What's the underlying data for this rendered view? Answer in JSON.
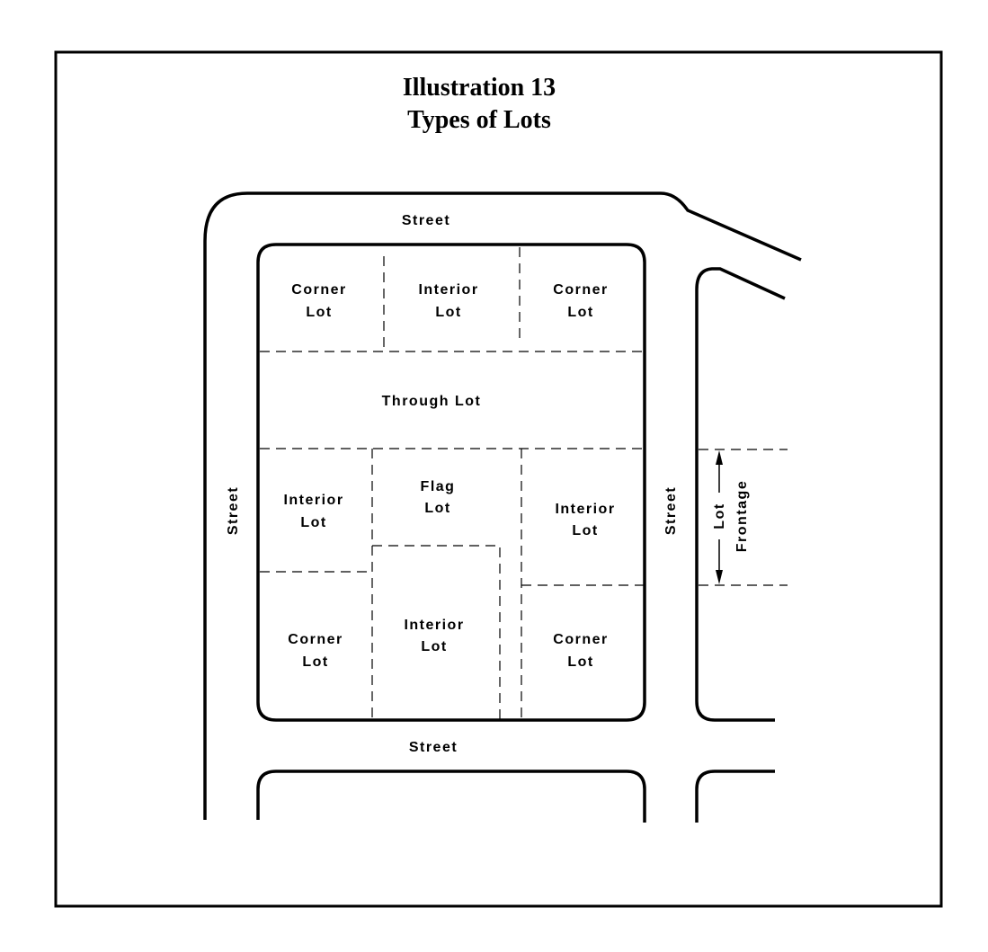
{
  "title": {
    "line1": "Illustration 13",
    "line2": "Types of Lots"
  },
  "streets": {
    "top": "Street",
    "bottom": "Street",
    "left": "Street",
    "right": "Street"
  },
  "lots": {
    "top_left": [
      "Corner",
      "Lot"
    ],
    "top_middle": [
      "Interior",
      "Lot"
    ],
    "top_right": [
      "Corner",
      "Lot"
    ],
    "through": "Through Lot",
    "mid_left": [
      "Interior",
      "Lot"
    ],
    "flag": [
      "Flag",
      "Lot"
    ],
    "mid_right": [
      "Interior",
      "Lot"
    ],
    "bottom_left": [
      "Corner",
      "Lot"
    ],
    "bottom_middle": [
      "Interior",
      "Lot"
    ],
    "bottom_right": [
      "Corner",
      "Lot"
    ]
  },
  "frontage": {
    "line1": "Lot",
    "line2": "Frontage"
  }
}
